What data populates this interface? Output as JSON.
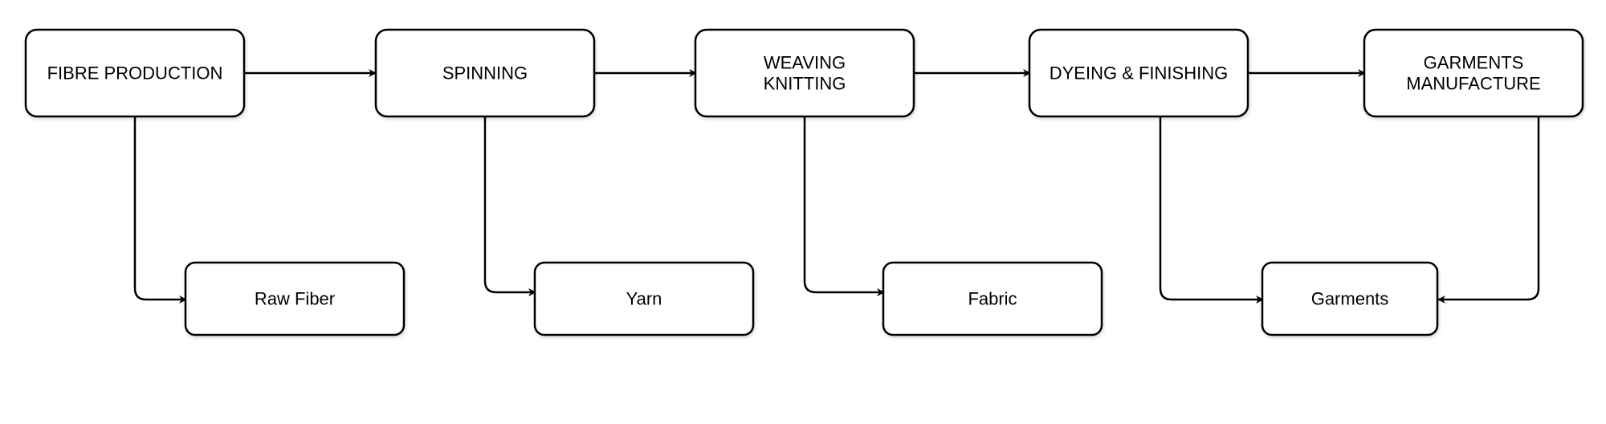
{
  "diagram": {
    "process_steps": [
      {
        "id": "fibre",
        "lines": [
          "FIBRE PRODUCTION"
        ]
      },
      {
        "id": "spinning",
        "lines": [
          "SPINNING"
        ]
      },
      {
        "id": "weaving",
        "lines": [
          "WEAVING",
          "KNITTING"
        ]
      },
      {
        "id": "dyeing",
        "lines": [
          "DYEING & FINISHING"
        ]
      },
      {
        "id": "garments_mfg",
        "lines": [
          "GARMENTS",
          "MANUFACTURE"
        ]
      }
    ],
    "outputs": [
      {
        "id": "raw_fiber",
        "lines": [
          "Raw Fiber"
        ]
      },
      {
        "id": "yarn",
        "lines": [
          "Yarn"
        ]
      },
      {
        "id": "fabric",
        "lines": [
          "Fabric"
        ]
      },
      {
        "id": "garments",
        "lines": [
          "Garments"
        ]
      }
    ],
    "edges": [
      {
        "from": "fibre",
        "to": "spinning"
      },
      {
        "from": "spinning",
        "to": "weaving"
      },
      {
        "from": "weaving",
        "to": "dyeing"
      },
      {
        "from": "dyeing",
        "to": "garments_mfg"
      },
      {
        "from": "fibre",
        "to": "raw_fiber"
      },
      {
        "from": "spinning",
        "to": "yarn"
      },
      {
        "from": "weaving",
        "to": "fabric"
      },
      {
        "from": "dyeing",
        "to": "garments"
      },
      {
        "from": "garments_mfg",
        "to": "garments"
      }
    ],
    "colors": {
      "stroke": "#000000",
      "fill": "#ffffff",
      "text": "#000000"
    }
  }
}
